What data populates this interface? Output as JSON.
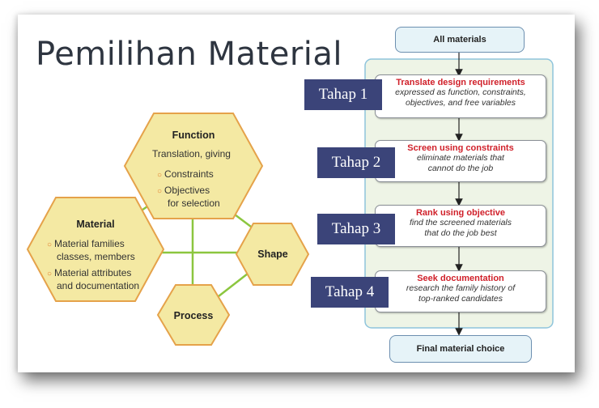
{
  "title": "Pemilihan Material",
  "hexagons": {
    "function": {
      "label": "Function",
      "subtitle": "Translation, giving",
      "bullets": [
        "Constraints",
        "Objectives",
        "for selection"
      ]
    },
    "material": {
      "label": "Material",
      "bullets": [
        "Material families",
        "classes, members",
        "Material attributes",
        "and documentation"
      ]
    },
    "shape": {
      "label": "Shape"
    },
    "process": {
      "label": "Process"
    }
  },
  "flow": {
    "start": "All materials",
    "end": "Final material choice",
    "steps": [
      {
        "tahap": "Tahap 1",
        "head": "Translate design requirements",
        "desc": [
          "expressed as function, constraints,",
          "objectives, and free variables"
        ]
      },
      {
        "tahap": "Tahap 2",
        "head": "Screen using constraints",
        "desc": [
          "eliminate materials that",
          "cannot do the job"
        ]
      },
      {
        "tahap": "Tahap 3",
        "head": "Rank using objective",
        "desc": [
          "find the screened materials",
          "that do the job best"
        ]
      },
      {
        "tahap": "Tahap 4",
        "head": "Seek documentation",
        "desc": [
          "research the family history of",
          "top-ranked candidates"
        ]
      }
    ]
  },
  "colors": {
    "hex_fill": "#f4e9a3",
    "hex_stroke": "#e5a24a",
    "connector": "#8cc63f",
    "tahap_bg": "#3b4479",
    "step_head": "#d0202a",
    "panel_bg": "#eef4e6",
    "panel_border": "#8ec4dc"
  }
}
